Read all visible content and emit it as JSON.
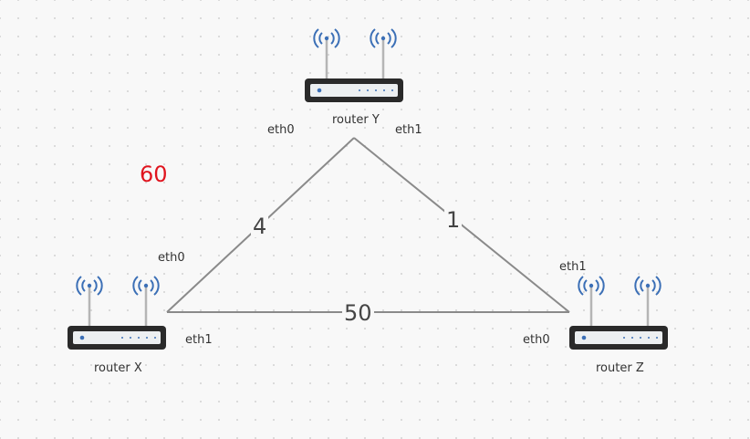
{
  "colors": {
    "link": "#8a8a8a",
    "router_body": "#2a2a2a",
    "router_face": "#eceff1",
    "wifi": "#3b6fb6",
    "highlight": "#e0141e",
    "text": "#333333"
  },
  "routers": {
    "x": {
      "name": "router X",
      "icon": "wireless-router-icon"
    },
    "y": {
      "name": "router Y",
      "icon": "wireless-router-icon"
    },
    "z": {
      "name": "router Z",
      "icon": "wireless-router-icon"
    }
  },
  "interfaces": {
    "x_eth0": "eth0",
    "x_eth1": "eth1",
    "y_eth0": "eth0",
    "y_eth1": "eth1",
    "z_eth0": "eth0",
    "z_eth1": "eth1"
  },
  "links": {
    "x_y": {
      "cost": "4"
    },
    "y_z": {
      "cost": "1"
    },
    "x_z": {
      "cost": "50"
    }
  },
  "annotation": {
    "value": "60"
  }
}
